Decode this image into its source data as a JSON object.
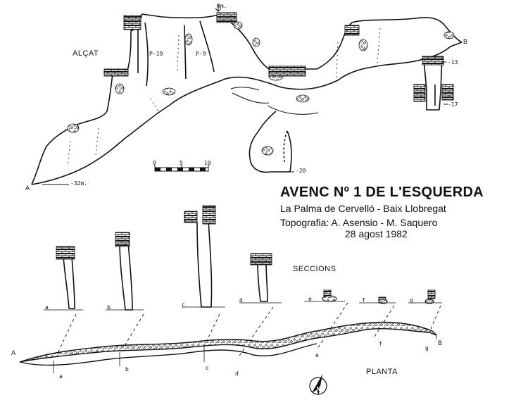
{
  "header": {
    "title": "AVENC Nº 1 DE L'ESQUERDA",
    "location": "La Palma de Cervelló - Baix Llobregat",
    "credits": "Topografia: A. Asensio - M. Saquero",
    "date": "28 agost 1982"
  },
  "elevation": {
    "label": "ALÇAT",
    "end_a": "A",
    "end_b": "B",
    "depth_top": "0m.",
    "depth_a": "-32m.",
    "pitch_19": "P-19",
    "pitch_9": "P-9",
    "depth_13": "-13",
    "depth_17": "-17",
    "depth_20": "-20"
  },
  "scale_bar": {
    "ticks": [
      "0",
      "5",
      "10"
    ]
  },
  "sections": {
    "label": "SECCIONS",
    "letters": [
      "a",
      "b",
      "c",
      "d",
      "e",
      "f",
      "g"
    ]
  },
  "plan": {
    "label": "PLANTA",
    "end_a": "A",
    "end_b": "B",
    "letters": [
      "a",
      "b",
      "c",
      "d",
      "e",
      "f",
      "g"
    ]
  },
  "north_arrow": {
    "label": "N"
  }
}
